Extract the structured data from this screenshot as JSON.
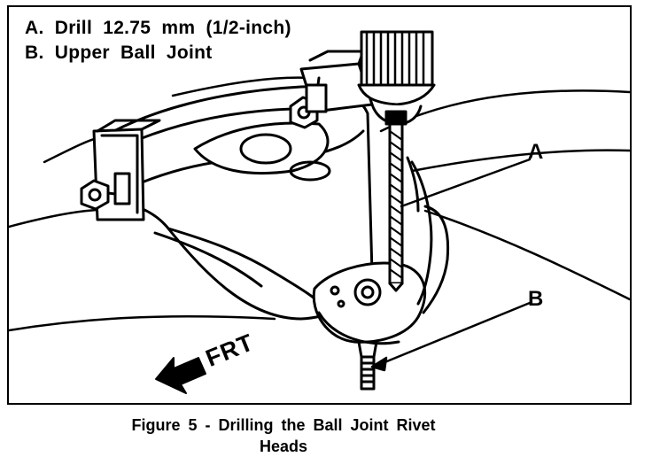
{
  "legend": {
    "item_a": "A. Drill 12.75 mm (1/2-inch)",
    "item_b": "B. Upper Ball Joint"
  },
  "callouts": {
    "a": "A",
    "b": "B"
  },
  "direction_label": "FRT",
  "caption": {
    "line1": "Figure 5 - Drilling the Ball Joint Rivet",
    "line2": "Heads"
  }
}
